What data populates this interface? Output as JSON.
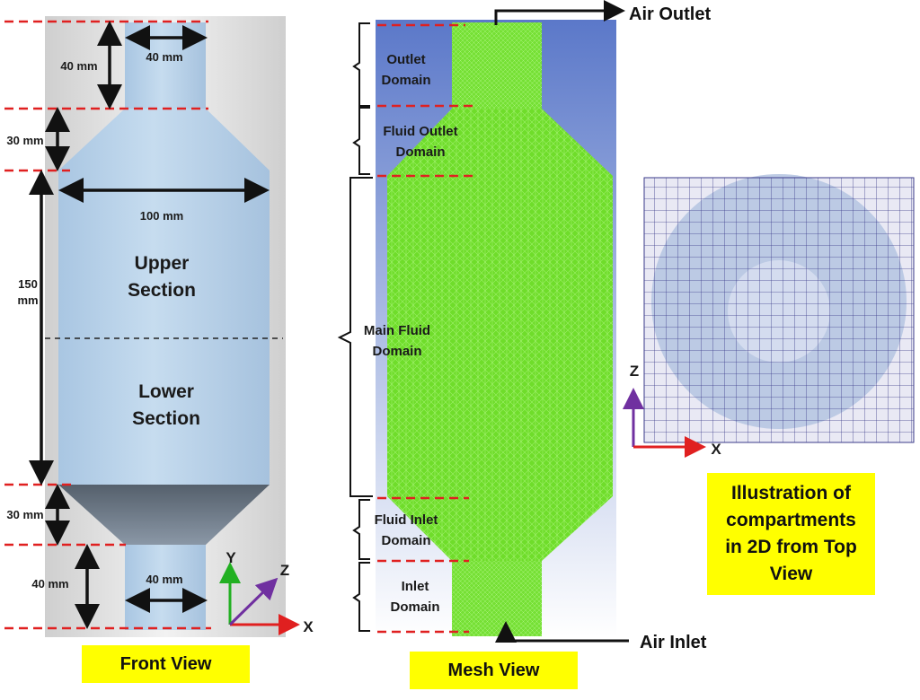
{
  "front_view": {
    "caption": "Front View",
    "dims": {
      "outlet_height": "40 mm",
      "outlet_width": "40 mm",
      "cone_top_height": "30 mm",
      "body_width": "100 mm",
      "body_height_line1": "150",
      "body_height_line2": "mm",
      "cone_bottom_height": "30 mm",
      "inlet_height": "40 mm",
      "inlet_width": "40 mm"
    },
    "upper_section": [
      "Upper",
      "Section"
    ],
    "lower_section": [
      "Lower",
      "Section"
    ],
    "axes": {
      "y": "Y",
      "z": "Z",
      "x": "X"
    }
  },
  "mesh_view": {
    "caption": "Mesh View",
    "air_outlet": "Air Outlet",
    "air_inlet": "Air Inlet",
    "domains": {
      "outlet": [
        "Outlet",
        "Domain"
      ],
      "fluid_outlet": [
        "Fluid Outlet",
        "Domain"
      ],
      "main_fluid": [
        "Main Fluid",
        "Domain"
      ],
      "fluid_inlet": [
        "Fluid Inlet",
        "Domain"
      ],
      "inlet": [
        "Inlet",
        "Domain"
      ]
    }
  },
  "top_view": {
    "axes": {
      "z": "Z",
      "x": "X"
    },
    "caption_lines": [
      "Illustration of",
      "compartments",
      "in 2D from Top",
      "View"
    ]
  },
  "colors": {
    "dash_red": "#e02020",
    "mesh_green": "#66dd22",
    "mesh_blue": "#5a78c8",
    "body_blue": "#b9d3ea",
    "box_yellow": "#ffff00",
    "axis_green": "#22b022",
    "axis_purple": "#7030a0",
    "axis_red": "#e02020"
  }
}
